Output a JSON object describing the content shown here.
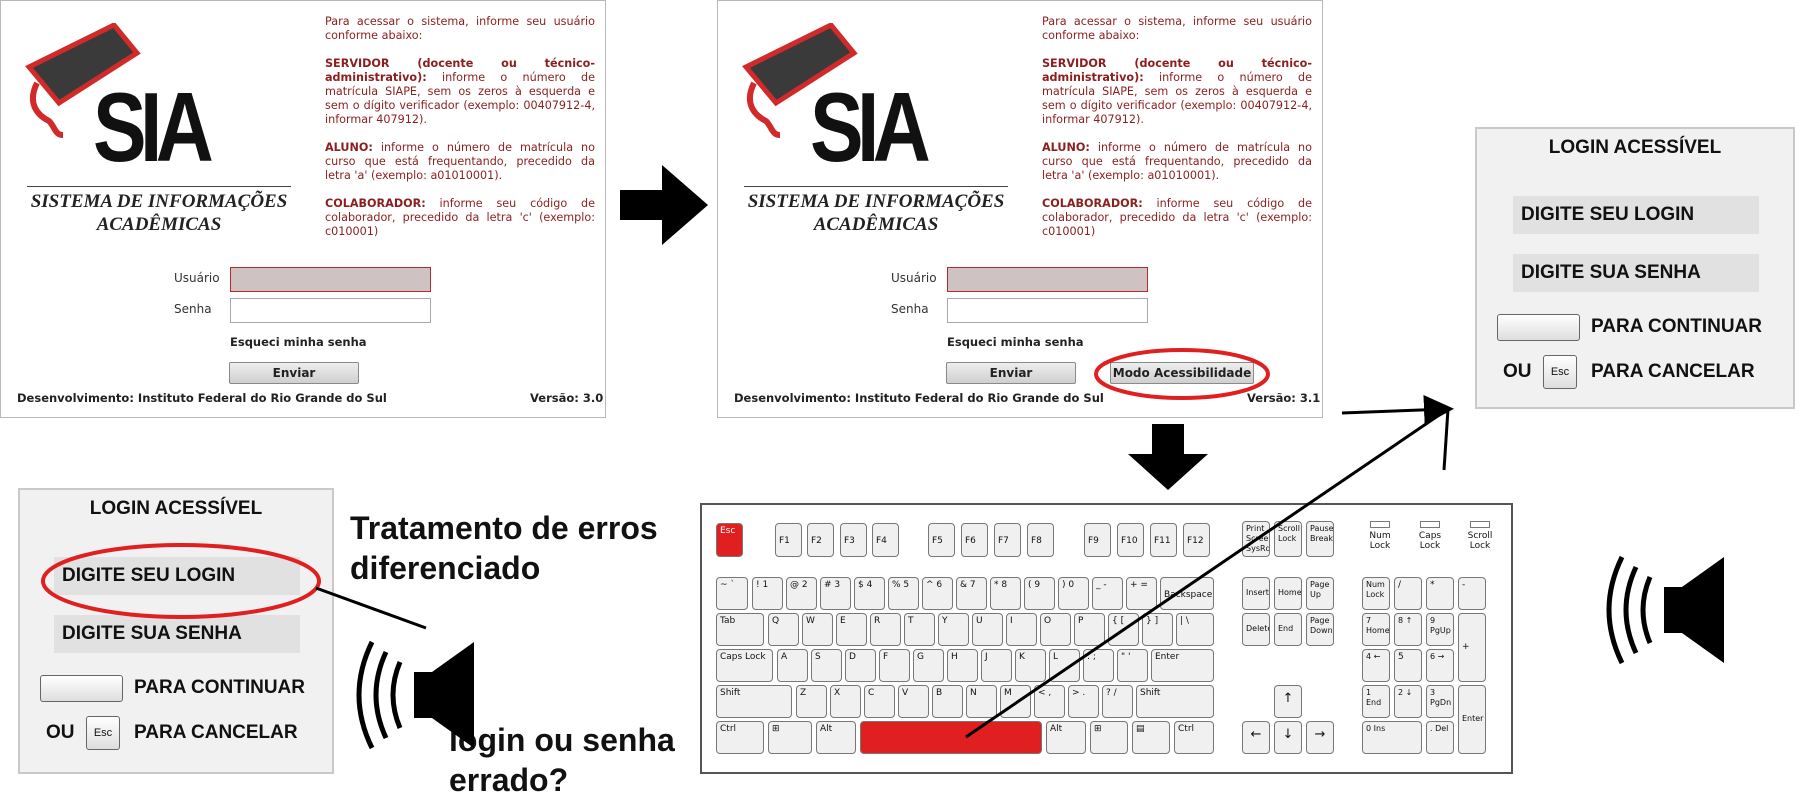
{
  "login": {
    "logo_text": "SIA",
    "subtitle_line1": "SISTEMA DE INFORMAÇÕES",
    "subtitle_line2": "ACADÊMICAS",
    "intro": "Para acessar o sistema, informe seu usuário conforme abaixo:",
    "servidor_label": "SERVIDOR (docente ou técnico-administrativo):",
    "servidor_text": "informe o número de matrícula SIAPE, sem os zeros à esquerda e sem o dígito verificador (exemplo: 00407912-4, informar 407912).",
    "aluno_label": "ALUNO:",
    "aluno_text": "informe o número de matrícula no curso que está frequentando, precedido da letra 'a' (exemplo: a01010001).",
    "colaborador_label": "COLABORADOR:",
    "colaborador_text": "informe seu código de colaborador, precedido da letra 'c' (exemplo: c010001)",
    "usuario_label": "Usuário",
    "senha_label": "Senha",
    "forgot_label": "Esqueci minha senha",
    "submit_label": "Enviar",
    "accessibility_label": "Modo Acessibilidade",
    "footer_dev": "Desenvolvimento: Instituto Federal do Rio Grande do Sul",
    "version_old": "Versão: 3.0",
    "version_new": "Versão: 3.1"
  },
  "accessible": {
    "title": "LOGIN ACESSÍVEL",
    "login_field": "DIGITE SEU LOGIN",
    "password_field": "DIGITE SUA SENHA",
    "continue_text": "PARA CONTINUAR",
    "or_text": "OU",
    "esc_key": "Esc",
    "cancel_text": "PARA CANCELAR"
  },
  "annotations": {
    "error_handling_line1": "Tratamento de erros",
    "error_handling_line2": "diferenciado",
    "question_line1": "login ou senha",
    "question_line2": "errado?"
  },
  "keyboard": {
    "highlight_color": "#e02020",
    "rows": {
      "fn": [
        "Esc",
        "F1",
        "F2",
        "F3",
        "F4",
        "F5",
        "F6",
        "F7",
        "F8",
        "F9",
        "F10",
        "F11",
        "F12"
      ],
      "nav_top": [
        "Print Screen SysRq",
        "Scroll Lock",
        "Pause Break"
      ],
      "leds": [
        "Num Lock",
        "Caps Lock",
        "Scroll Lock"
      ],
      "num": [
        "~ `",
        "! 1",
        "@ 2",
        "# 3",
        "$ 4",
        "% 5",
        "^ 6",
        "& 7",
        "* 8",
        "( 9",
        ") 0",
        "_ -",
        "+ =",
        "Backspace"
      ],
      "tab": [
        "Tab",
        "Q",
        "W",
        "E",
        "R",
        "T",
        "Y",
        "U",
        "I",
        "O",
        "P",
        "{ [",
        "} ]",
        "| \\"
      ],
      "caps": [
        "Caps Lock",
        "A",
        "S",
        "D",
        "F",
        "G",
        "H",
        "J",
        "K",
        "L",
        ": ;",
        "\" '",
        "Enter"
      ],
      "shift": [
        "Shift",
        "Z",
        "X",
        "C",
        "V",
        "B",
        "N",
        "M",
        "< ,",
        "> .",
        "? /",
        "Shift"
      ],
      "ctrl": [
        "Ctrl",
        "⊞",
        "Alt",
        "",
        "Alt",
        "⊞",
        "▤",
        "Ctrl"
      ],
      "ins": [
        "Insert",
        "Home",
        "Page Up"
      ],
      "del": [
        "Delete",
        "End",
        "Page Down"
      ],
      "arrows": [
        "↑",
        "←",
        "↓",
        "→"
      ],
      "numpad": [
        "Num Lock",
        "/",
        "*",
        "-",
        "7 Home",
        "8 ↑",
        "9 PgUp",
        "+",
        "4 ←",
        "5",
        "6 →",
        "1 End",
        "2 ↓",
        "3 PgDn",
        "Enter",
        "0 Ins",
        ". Del"
      ]
    }
  }
}
